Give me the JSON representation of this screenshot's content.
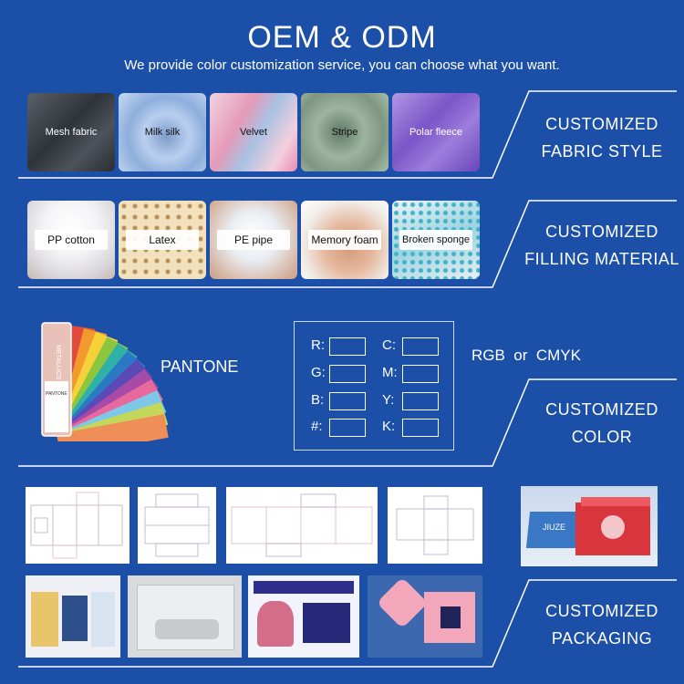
{
  "header": {
    "title": "OEM & ODM",
    "subtitle": "We provide color customization service, you can choose what you want."
  },
  "fabric": {
    "items": [
      {
        "label": "Mesh fabric",
        "color": "#3d4248"
      },
      {
        "label": "Milk silk",
        "color": "#a9c2e6"
      },
      {
        "label": "Velvet",
        "color": "#e9b6c9"
      },
      {
        "label": "Stripe",
        "color": "#8fa892"
      },
      {
        "label": "Polar fleece",
        "color": "#8f6fd0"
      }
    ],
    "caption_line1": "CUSTOMIZED",
    "caption_line2": "FABRIC STYLE"
  },
  "filling": {
    "items": [
      {
        "label": "PP cotton"
      },
      {
        "label": "Latex"
      },
      {
        "label": "PE pipe"
      },
      {
        "label": "Memory foam"
      },
      {
        "label": "Broken sponge"
      }
    ],
    "caption_line1": "CUSTOMIZED",
    "caption_line2": "FILLING MATERIAL"
  },
  "color": {
    "pantone_label": "PANTONE",
    "swatch_book_text": "METALLICS",
    "swatch_brand": "PANTONE",
    "rgb_labels": [
      "R:",
      "G:",
      "B:",
      "#:"
    ],
    "cmyk_labels": [
      "C:",
      "M:",
      "Y:",
      "K:"
    ],
    "mode_text": "RGB  or  CMYK",
    "caption_line1": "CUSTOMIZED",
    "caption_line2": "COLOR"
  },
  "packaging": {
    "box_brand": "JIUZE",
    "caption_line1": "CUSTOMIZED",
    "caption_line2": "PACKAGING"
  }
}
